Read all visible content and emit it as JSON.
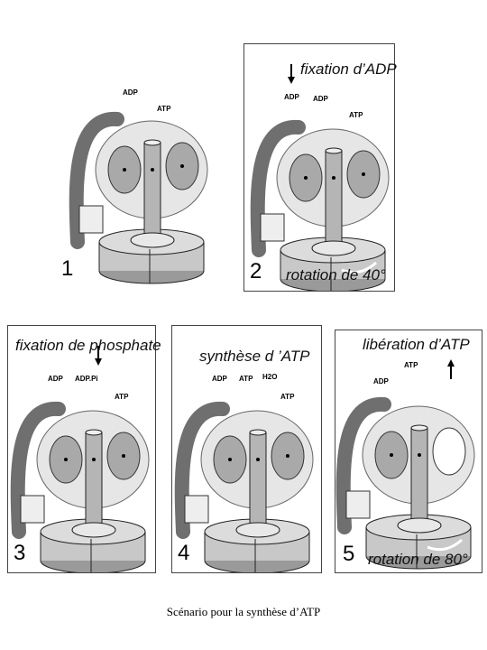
{
  "caption": "Scénario pour la synthèse d’ATP",
  "panels": [
    {
      "number": "1",
      "title": "",
      "bottom_text": "",
      "labels": {
        "a": "ADP",
        "b": "ATP"
      }
    },
    {
      "number": "2",
      "title": "fixation d’ADP",
      "bottom_text": "rotation de 40°",
      "labels": {
        "arrow": "ADP",
        "a": "ADP",
        "b": "ATP"
      }
    },
    {
      "number": "3",
      "title": "fixation de phosphate",
      "bottom_text": "",
      "labels": {
        "a": "ADP",
        "b": "ADP.Pi",
        "c": "ATP"
      }
    },
    {
      "number": "4",
      "title": "synthèse d ’ATP",
      "bottom_text": "",
      "labels": {
        "a": "ADP",
        "b": "ATP",
        "c": "H2O",
        "d": "ATP"
      }
    },
    {
      "number": "5",
      "title": "libération d’ATP",
      "bottom_text": "rotation de 80°",
      "labels": {
        "a": "ADP",
        "b": "ATP"
      }
    }
  ],
  "colors": {
    "border": "#444444",
    "stalk": "#6f6f6f",
    "sphere": "#e2e2e2",
    "subunit": "#a9a9a9",
    "base": "#c8c8c8"
  }
}
